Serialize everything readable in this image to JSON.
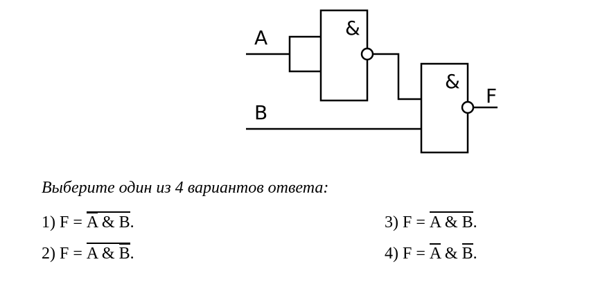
{
  "circuit": {
    "input_a": "A",
    "input_b": "B",
    "output": "F",
    "gate1_symbol": "&",
    "gate2_symbol": "&"
  },
  "question": "Выберите один из 4 вариантов ответа:",
  "options": [
    {
      "num": "1) F = ",
      "a": "A",
      "op": " & ",
      "b": "B",
      "end": ".",
      "expr_overline": true,
      "a_overline": true,
      "b_overline": false
    },
    {
      "num": "2) F = ",
      "a": "A",
      "op": " & ",
      "b": "B",
      "end": ".",
      "expr_overline": true,
      "a_overline": false,
      "b_overline": true
    },
    {
      "num": "3) F = ",
      "a": "A",
      "op": " & ",
      "b": "B",
      "end": ".",
      "expr_overline": true,
      "a_overline": false,
      "b_overline": false
    },
    {
      "num": "4) F = ",
      "a": "A",
      "op": " & ",
      "b": "B",
      "end": ".",
      "expr_overline": false,
      "a_overline": true,
      "b_overline": true
    }
  ]
}
